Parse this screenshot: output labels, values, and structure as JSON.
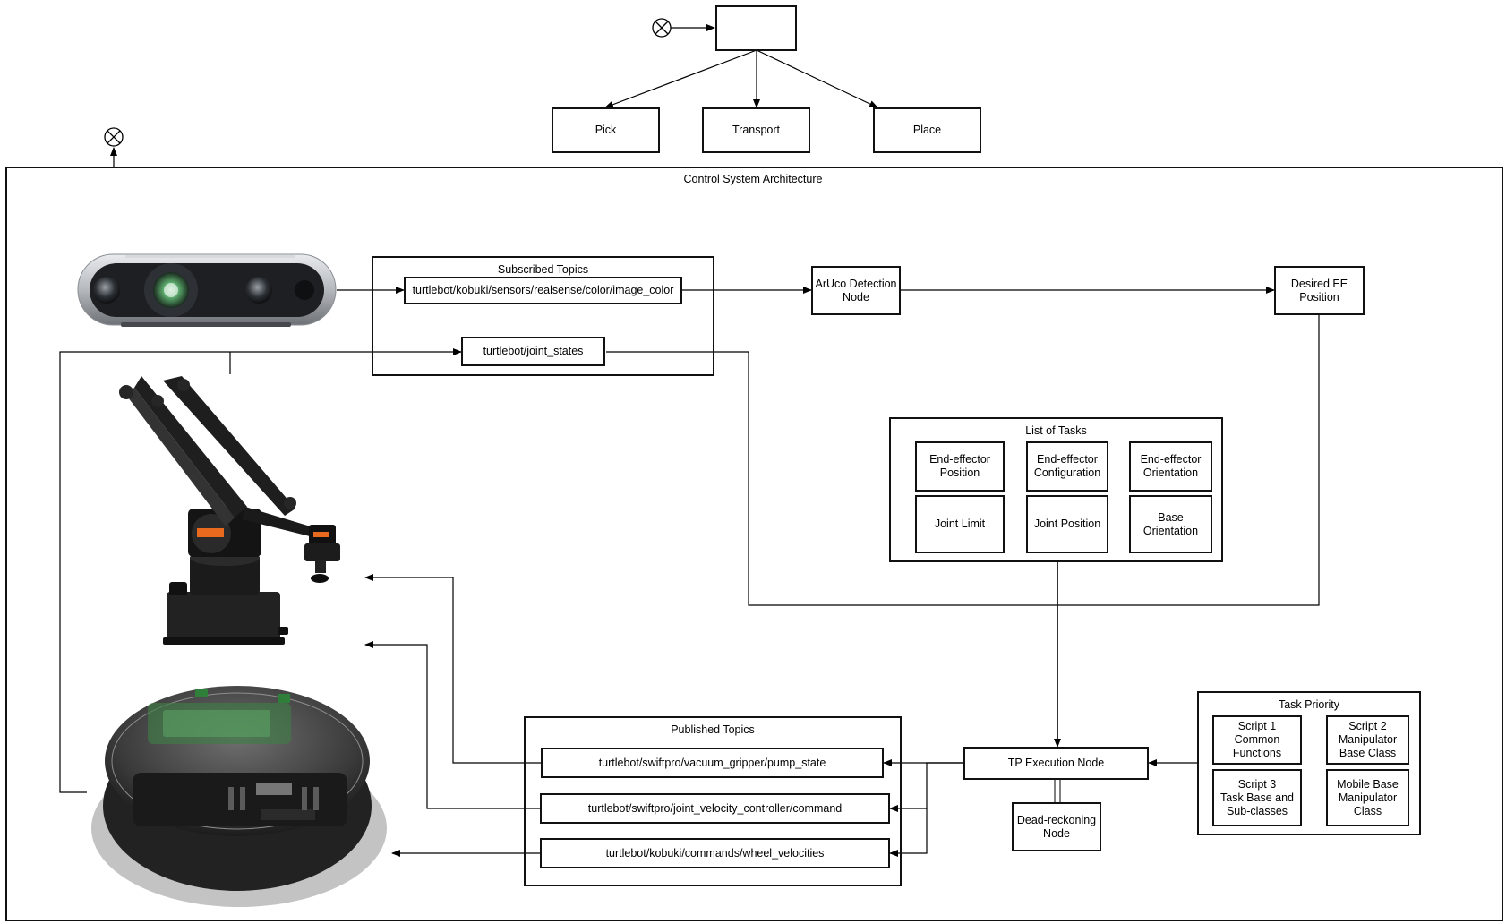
{
  "top_section": {
    "tasks": [
      "Pick",
      "Transport",
      "Place"
    ]
  },
  "architecture": {
    "title": "Control System Architecture",
    "subscribed": {
      "title": "Subscribed Topics",
      "image_topic": "turtlebot/kobuki/sensors/realsense/color/image_color",
      "joint_topic": "turtlebot/joint_states"
    },
    "aruco_node": "ArUco Detection\nNode",
    "desired_ee": "Desired EE\nPosition",
    "task_list": {
      "title": "List of Tasks",
      "items": [
        "End-effector\nPosition",
        "End-effector\nConfiguration",
        "End-effector\nOrientation",
        "Joint Limit",
        "Joint Position",
        "Base\nOrientation"
      ]
    },
    "task_priority": {
      "title": "Task Priority",
      "items": [
        "Script 1\nCommon\nFunctions",
        "Script 2\nManipulator\nBase Class",
        "Script 3\nTask Base and\nSub-classes",
        "Mobile Base\nManipulator\nClass"
      ]
    },
    "tp_node": "TP Execution Node",
    "dead_reckoning": "Dead-reckoning\nNode",
    "published": {
      "title": "Published Topics",
      "items": [
        "turtlebot/swiftpro/vacuum_gripper/pump_state",
        "turtlebot/swiftpro/joint_velocity_controller/command",
        "turtlebot/kobuki/commands/wheel_velocities"
      ]
    },
    "photos": [
      "depth-camera-icon",
      "robot-arm-icon",
      "kobuki-base-icon"
    ]
  }
}
